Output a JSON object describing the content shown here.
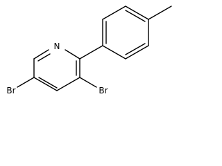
{
  "molecule": {
    "atoms": {
      "nitrogen": "N",
      "bromine_left": "Br",
      "bromine_right": "Br"
    }
  }
}
